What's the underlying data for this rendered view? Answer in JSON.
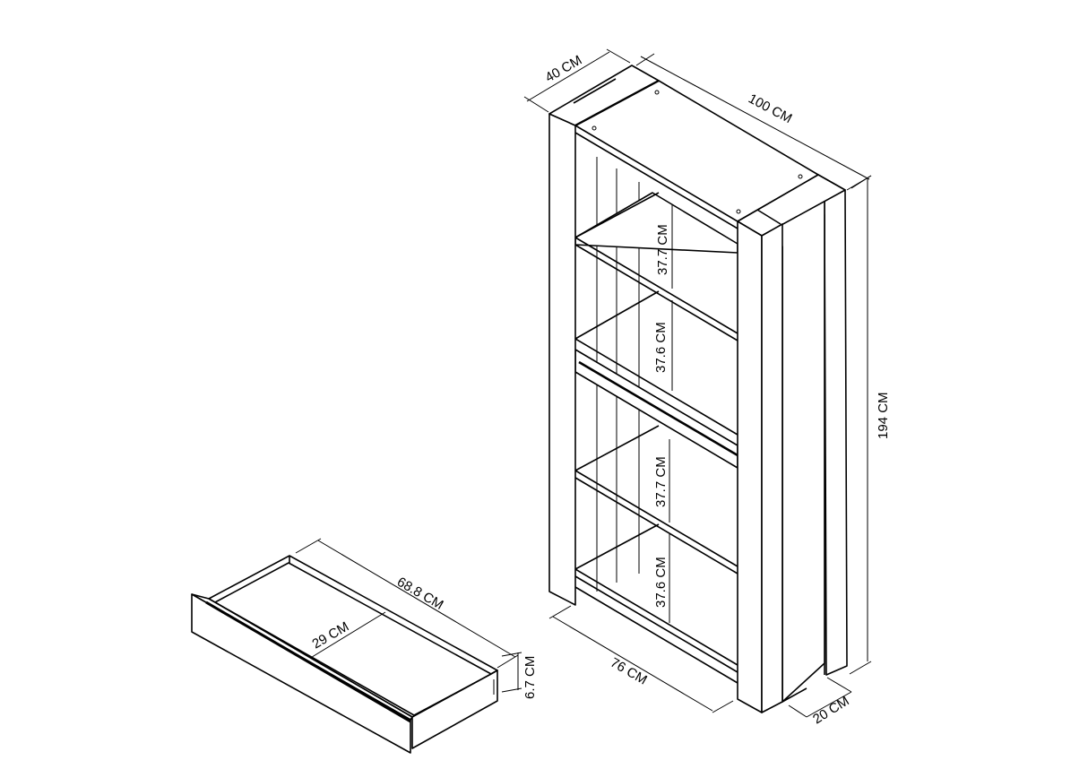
{
  "bookcase": {
    "depth_label": "40 CM",
    "width_label": "100 CM",
    "height_label": "194 CM",
    "inner_width_label": "76 CM",
    "post_label": "20 CM",
    "shelf_gaps": [
      "37.7 CM",
      "37.6 CM",
      "37.7 CM",
      "37.6 CM"
    ]
  },
  "drawer": {
    "length_label": "68.8 CM",
    "depth_label": "29 CM",
    "height_label": "6.7 CM"
  }
}
